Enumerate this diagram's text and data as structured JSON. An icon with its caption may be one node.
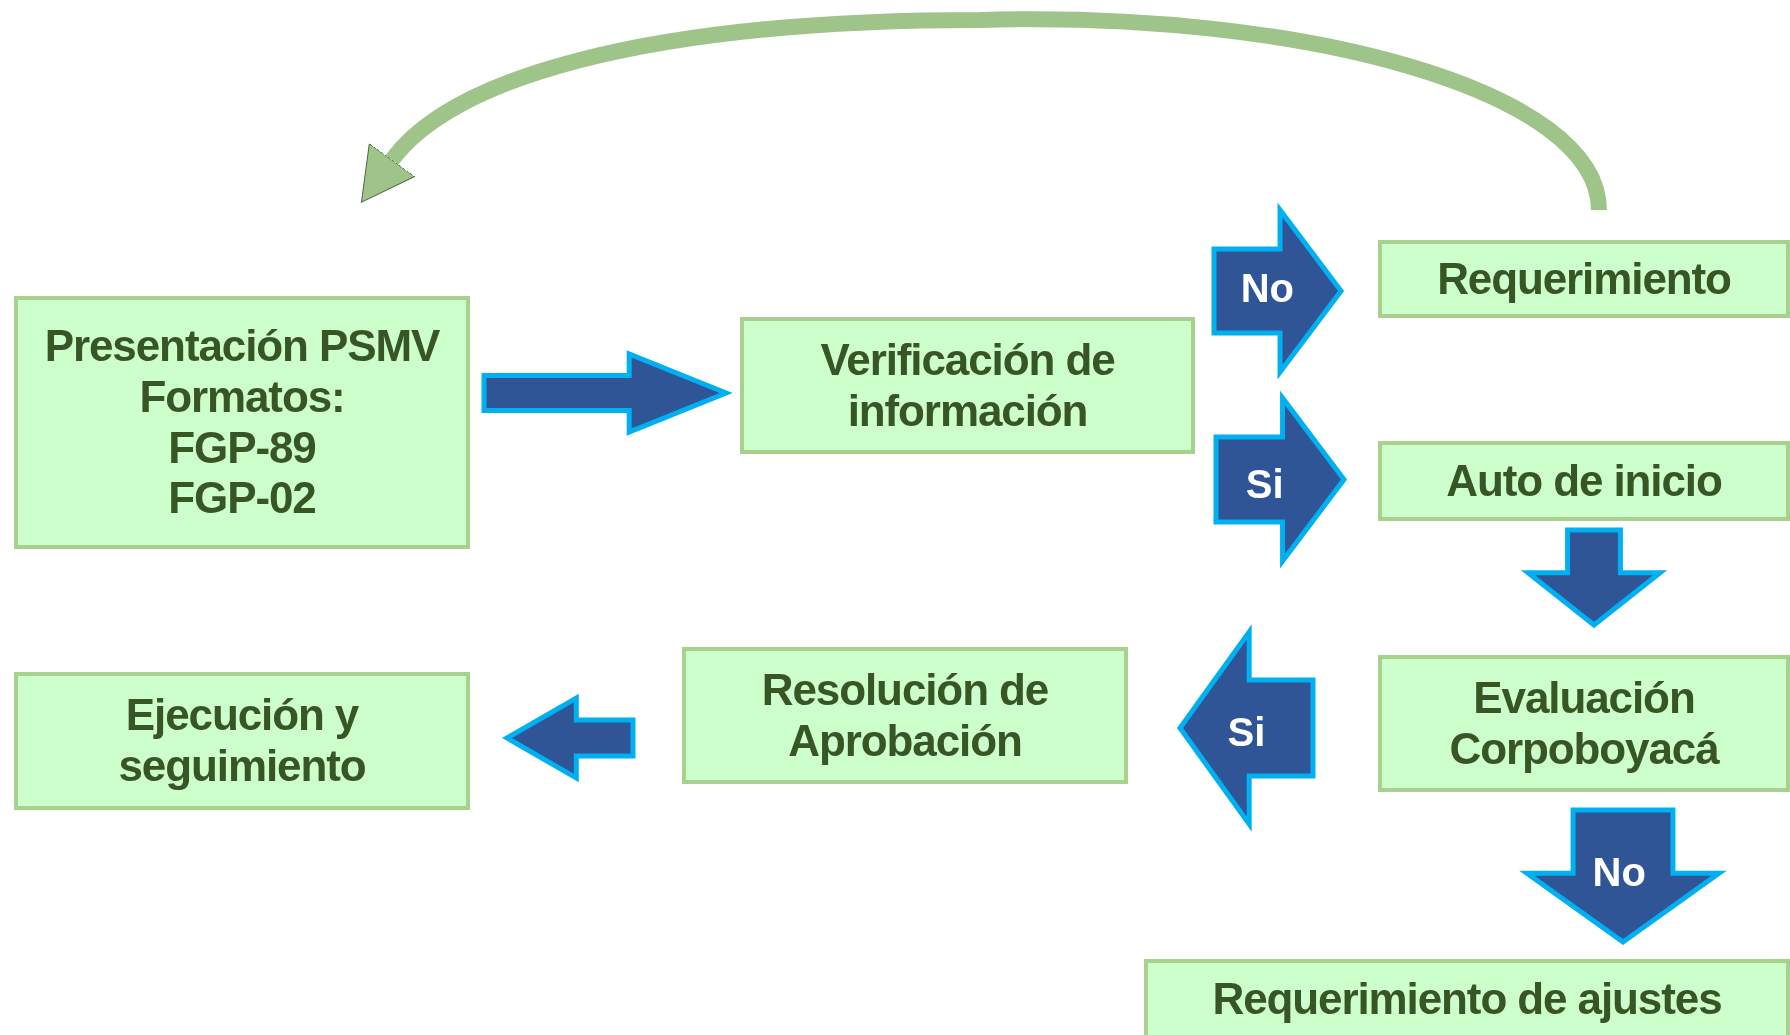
{
  "diagram": {
    "nodes": [
      {
        "text": [
          "Presentación PSMV Formatos:",
          "FGP-89",
          "FGP-02"
        ]
      },
      {
        "text": [
          "Verificación de información"
        ]
      },
      {
        "text": [
          "Requerimiento"
        ]
      },
      {
        "text": [
          "Auto de inicio"
        ]
      },
      {
        "text": [
          "Evaluación Corpoboyacá"
        ]
      },
      {
        "text": [
          "Resolución de Aprobación"
        ]
      },
      {
        "text": [
          "Ejecución y seguimiento"
        ]
      },
      {
        "text": [
          "Requerimiento de ajustes"
        ]
      }
    ],
    "edges": [
      {
        "from": 0,
        "to": 1,
        "arrow": "to"
      },
      {
        "from": 1,
        "to": 2,
        "arrow": "to",
        "label": "No"
      },
      {
        "from": 1,
        "to": 3,
        "arrow": "to",
        "label": "Si"
      },
      {
        "from": 3,
        "to": 4,
        "arrow": "to"
      },
      {
        "from": 4,
        "to": 5,
        "arrow": "to",
        "label": "Si"
      },
      {
        "from": 5,
        "to": 6,
        "arrow": "to"
      },
      {
        "from": 4,
        "to": 7,
        "arrow": "to",
        "label": "No"
      },
      {
        "from": 2,
        "to": 0,
        "arrow": "to",
        "color": "#9fc489"
      }
    ]
  }
}
